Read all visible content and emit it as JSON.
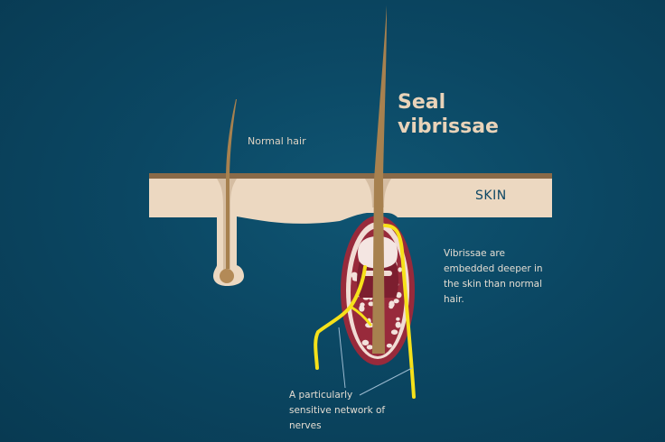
{
  "title": {
    "line1": "Seal",
    "line2": "vibrissae"
  },
  "labels": {
    "normal_hair": "Normal hair",
    "skin": "SKIN",
    "vibrissae_note": "Vibrissae are embedded deeper in the skin than normal hair.",
    "nerve_note": "A particularly sensitive network of nerves"
  },
  "colors": {
    "background": "#0b4763",
    "skin": "#ecd8c1",
    "skin_edge": "#8a6a48",
    "hair": "#a7814f",
    "follicle_tissue": "#982a3b",
    "nerve": "#f6e11a",
    "pointer": "#9bbad0"
  }
}
